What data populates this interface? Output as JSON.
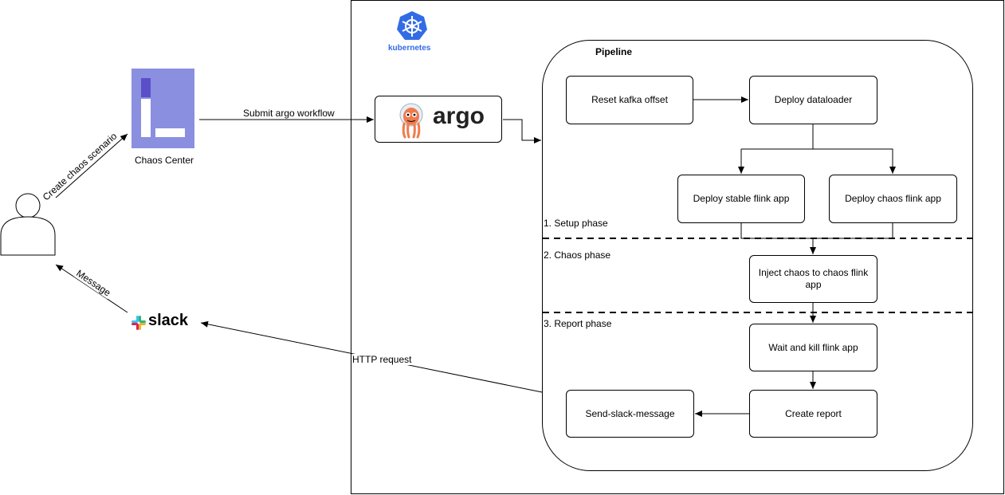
{
  "kubernetes": {
    "label": "kubernetes",
    "color": "#326CE5"
  },
  "pipeline": {
    "title": "Pipeline"
  },
  "nodes": {
    "chaos_center": "Chaos Center",
    "argo": "argo",
    "slack": "slack",
    "reset_kafka": "Reset kafka offset",
    "deploy_dataloader": "Deploy dataloader",
    "deploy_stable": "Deploy stable flink app",
    "deploy_chaos": "Deploy chaos flink app",
    "inject_chaos": "Inject chaos to chaos flink app",
    "wait_kill": "Wait and kill flink app",
    "create_report": "Create report",
    "send_slack": "Send-slack-message"
  },
  "phases": {
    "setup": "1. Setup phase",
    "chaos": "2. Chaos phase",
    "report": "3. Report phase"
  },
  "edges": {
    "create_scenario": "Create chaos scenario",
    "submit_workflow": "Submit argo workflow",
    "message": "Message",
    "http_request": "HTTP request"
  },
  "colors": {
    "chaos_center_bg": "#8A8FE0",
    "chaos_center_accent": "#5A4FC8",
    "argo_orange": "#EF7B4D",
    "slack_red": "#E01E5A",
    "slack_green": "#2EB67D",
    "slack_blue": "#36C5F0",
    "slack_yellow": "#ECB22E"
  }
}
